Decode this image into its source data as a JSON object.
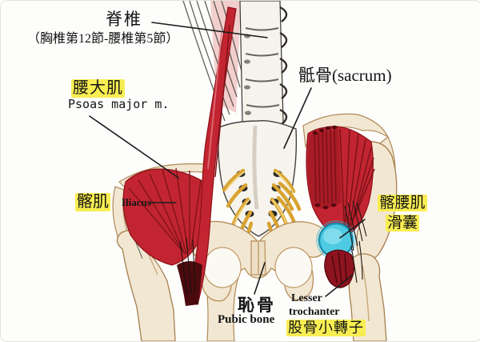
{
  "figure": {
    "labels": {
      "spine": {
        "zh": "脊椎",
        "sub": "（胸椎第12節-腰椎第5節）"
      },
      "psoas_major": {
        "zh": "腰大肌",
        "en": "Psoas major m."
      },
      "sacrum": {
        "text": "骶骨(sacrum)"
      },
      "iliacus": {
        "zh": "髂肌",
        "en": "Iliacus"
      },
      "iliopsoas_bursa": {
        "zh_line1": "髂腰肌",
        "zh_line2": "滑囊"
      },
      "pubic_bone": {
        "zh": "恥骨",
        "en": "Pubic bone"
      },
      "lesser_trochanter": {
        "en_line1": "Lesser",
        "en_line2": "trochanter",
        "zh": "股骨小轉子"
      }
    },
    "colors": {
      "muscle_red": "#c22531",
      "muscle_dark": "#7d1219",
      "muscle_deep": "#4a0a0e",
      "bone_cream": "#f2e7d2",
      "bone_outline": "#b08a58",
      "spine_paper": "#f6f3ec",
      "sketch_ink": "#2e2b27",
      "nerve_yellow": "#d9a331",
      "nerve_light": "#f0d37c",
      "bursa_fill": "#4ecbe3",
      "bursa_stroke": "#1792b2",
      "label_highlight": "#f8ee52",
      "leader_line": "#1c1c1c",
      "text": "#141414"
    }
  }
}
